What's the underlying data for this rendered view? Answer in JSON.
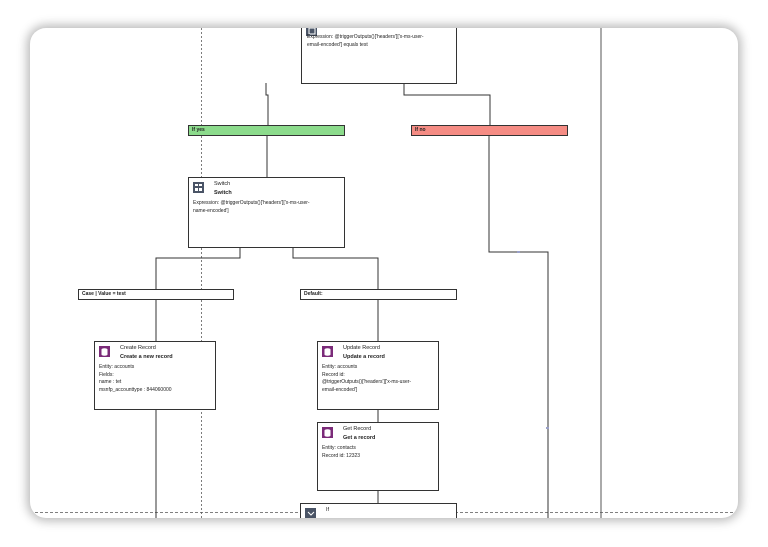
{
  "condition_top": {
    "expression_line1": "Expression: @triggerOutputs()['headers']['x-ms-user-",
    "expression_line2": "email-encoded'] equals test"
  },
  "branches": {
    "yes_label": "If yes",
    "no_label": "If no"
  },
  "switch_node": {
    "type": "Switch",
    "title": "Switch",
    "expression_line1": "Expression: @triggerOutputs()['headers']['x-ms-user-",
    "expression_line2": "name-encoded']"
  },
  "cases": {
    "case_label": "Case | Value = test",
    "default_label": "Default:"
  },
  "create_record": {
    "type": "Create Record",
    "title": "Create a new record",
    "lines": [
      "Entity: accounts",
      "Fields:",
      "name : tet",
      "msnfp_accounttype : 844060000"
    ]
  },
  "update_record": {
    "type": "Update Record",
    "title": "Update a record",
    "lines": [
      "Entity: accounts",
      "Record id:",
      "@triggerOutputs()['headers']['x-ms-user-",
      "email-encoded']"
    ]
  },
  "get_record": {
    "type": "Get Record",
    "title": "Get a record",
    "lines": [
      "Entity: contacts",
      "Record id: 12323"
    ]
  },
  "if_node": {
    "type": "If"
  },
  "colors": {
    "yes": "#8cdb8c",
    "no": "#f58c84",
    "icon_switch": "#4a5466",
    "icon_record": "#7b2b79",
    "lines": "#333333"
  }
}
